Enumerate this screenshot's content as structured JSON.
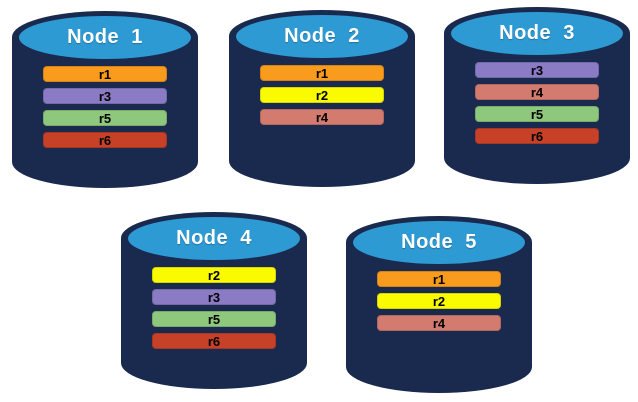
{
  "diagram": {
    "description": "Five database node cylinders holding replica bars"
  },
  "colors": {
    "background": "#ffffff",
    "cylinder_body": "#1A2A4E",
    "cylinder_top": "#2E9AD4",
    "title_text": "#ffffff",
    "bar_text": "#000000"
  },
  "replica_colors": {
    "r1": "#F99B1C",
    "r2": "#FBFB00",
    "r3": "#8A7BC4",
    "r4": "#D27B6E",
    "r5": "#8EC87D",
    "r6": "#C64128"
  },
  "nodes": [
    {
      "title": "Node  1",
      "replicas": [
        "r1",
        "r3",
        "r5",
        "r6"
      ]
    },
    {
      "title": "Node  2",
      "replicas": [
        "r1",
        "r2",
        "r4"
      ]
    },
    {
      "title": "Node  3",
      "replicas": [
        "r3",
        "r4",
        "r5",
        "r6"
      ]
    },
    {
      "title": "Node  4",
      "replicas": [
        "r2",
        "r3",
        "r5",
        "r6"
      ]
    },
    {
      "title": "Node  5",
      "replicas": [
        "r1",
        "r2",
        "r4"
      ]
    }
  ]
}
